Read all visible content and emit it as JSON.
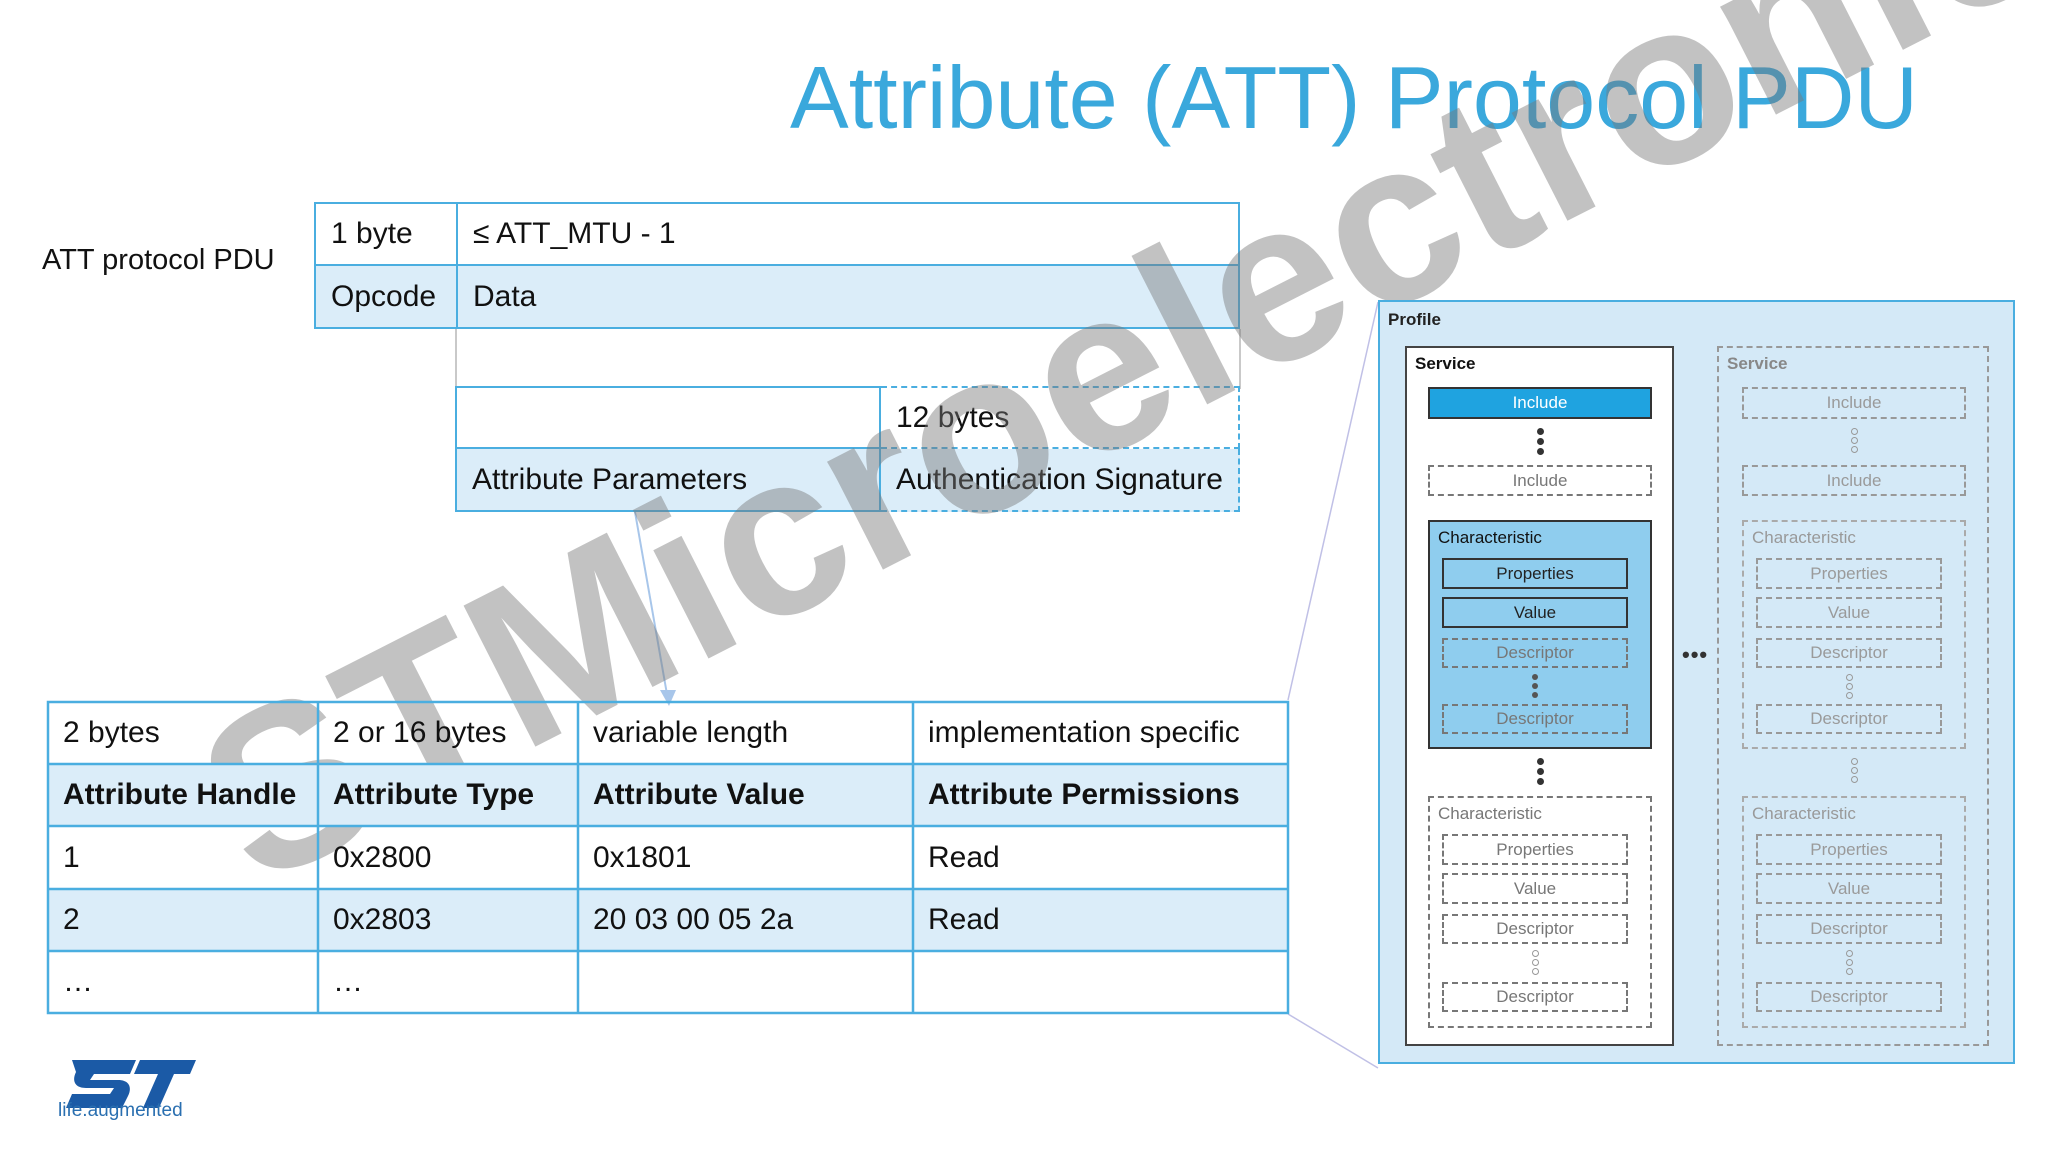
{
  "title": "Attribute (ATT) Protocol PDU",
  "watermark": "STMicroelectronics",
  "pdu": {
    "label": "ATT protocol PDU",
    "size_row": [
      "1 byte",
      "≤ ATT_MTU - 1"
    ],
    "name_row": [
      "Opcode",
      "Data"
    ]
  },
  "data_breakdown": {
    "size_row": [
      "",
      "12 bytes"
    ],
    "name_row": [
      "Attribute Parameters",
      "Authentication Signature"
    ]
  },
  "attribute_table": {
    "sizes": [
      "2 bytes",
      "2 or 16 bytes",
      "variable length",
      "implementation specific"
    ],
    "headers": [
      "Attribute Handle",
      "Attribute Type",
      "Attribute Value",
      "Attribute Permissions"
    ],
    "rows": [
      [
        "1",
        "0x2800",
        "0x1801",
        "Read"
      ],
      [
        "2",
        "0x2803",
        "20 03 00 05 2a",
        "Read"
      ],
      [
        "…",
        "…",
        "",
        ""
      ]
    ]
  },
  "profile": {
    "title": "Profile",
    "service_label": "Service",
    "include_label": "Include",
    "characteristic_label": "Characteristic",
    "properties_label": "Properties",
    "value_label": "Value",
    "descriptor_label": "Descriptor",
    "ellipsis": "•••"
  },
  "logo": {
    "tagline": "life.augmented"
  },
  "colors": {
    "accent": "#3aa8dc",
    "cell_fill": "#dbedf9",
    "profile_bg": "#d4e9f7",
    "include_active": "#1fa3e0"
  }
}
